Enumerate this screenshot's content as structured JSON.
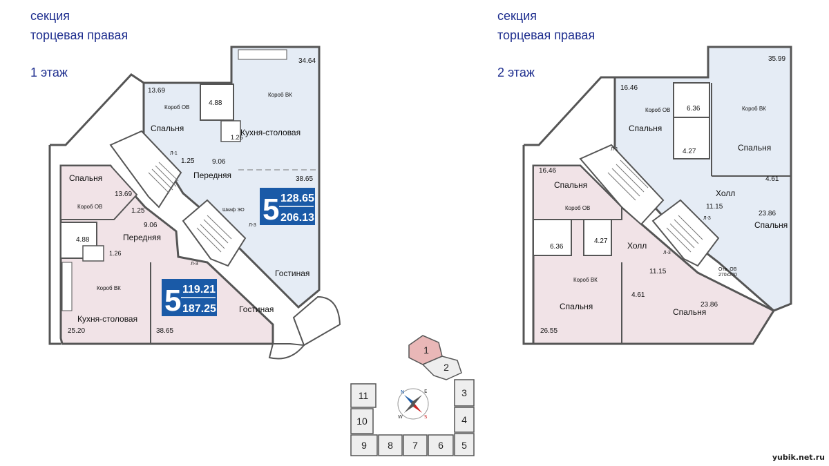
{
  "floor1": {
    "section": "секция",
    "section_type": "торцевая правая",
    "floor": "1 этаж",
    "apt_lower": {
      "rooms": "5",
      "area_living": "119.21",
      "area_total": "187.25"
    },
    "apt_upper": {
      "rooms": "5",
      "area_living": "128.65",
      "area_total": "206.13"
    },
    "labels": {
      "a1369": "13.69",
      "a488": "4.88",
      "a126": "1.26",
      "a906": "9.06",
      "a125": "1.25",
      "a3464": "34.64",
      "a3865": "38.65",
      "a2520": "25.20",
      "bedroom": "Спальня",
      "kitchen": "Кухня-столовая",
      "hall": "Передняя",
      "living": "Гостиная",
      "duct_ov": "Короб ОВ",
      "duct_vk": "Короб ВК",
      "cabinet": "Шкаф ЭО",
      "l1": "Л-1",
      "l3": "Л-3"
    }
  },
  "floor2": {
    "section": "секция",
    "section_type": "торцевая правая",
    "floor": "2 этаж",
    "labels": {
      "a1646": "16.46",
      "a636": "6.36",
      "a427": "4.27",
      "a3599": "35.99",
      "a461": "4.61",
      "a1115": "11.15",
      "a2386": "23.86",
      "a2655": "26.55",
      "bedroom": "Спальня",
      "hall": "Холл",
      "duct_ov": "Короб ОВ",
      "duct_vk": "Короб ВК",
      "otv_ov": "Отв. ОВ",
      "otv_size": "270x270",
      "l1": "Л-1",
      "l3": "Л-3"
    }
  },
  "key_plan": {
    "sections": [
      "1",
      "2",
      "3",
      "4",
      "5",
      "6",
      "7",
      "8",
      "9",
      "10",
      "11"
    ],
    "highlight": "1",
    "highlight_color": "#e9b7b7",
    "compass": {
      "n": "N",
      "e": "E",
      "w": "W",
      "s": "S"
    }
  },
  "colors": {
    "heading": "#1f2f8f",
    "pink": "#f1e3e7",
    "blue": "#e5ecf5",
    "badge": "#1a5aa7",
    "wall": "#555555"
  },
  "watermark": "yubik.net.ru"
}
